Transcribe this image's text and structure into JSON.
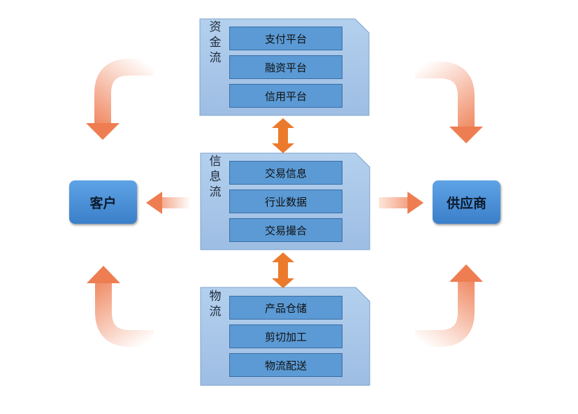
{
  "parties": {
    "customer": "客户",
    "supplier": "供应商"
  },
  "panels": [
    {
      "label": "资金流",
      "items": [
        "支付平台",
        "融资平台",
        "信用平台"
      ]
    },
    {
      "label": "信息流",
      "items": [
        "交易信息",
        "行业数据",
        "交易撮合"
      ]
    },
    {
      "label": "物流",
      "items": [
        "产品仓储",
        "剪切加工",
        "物流配送"
      ]
    }
  ],
  "colors": {
    "panel": "#a9c6e8",
    "item": "#5b9ad5",
    "arrow": "#f0845a",
    "double_arrow": "#ec7a2c"
  }
}
